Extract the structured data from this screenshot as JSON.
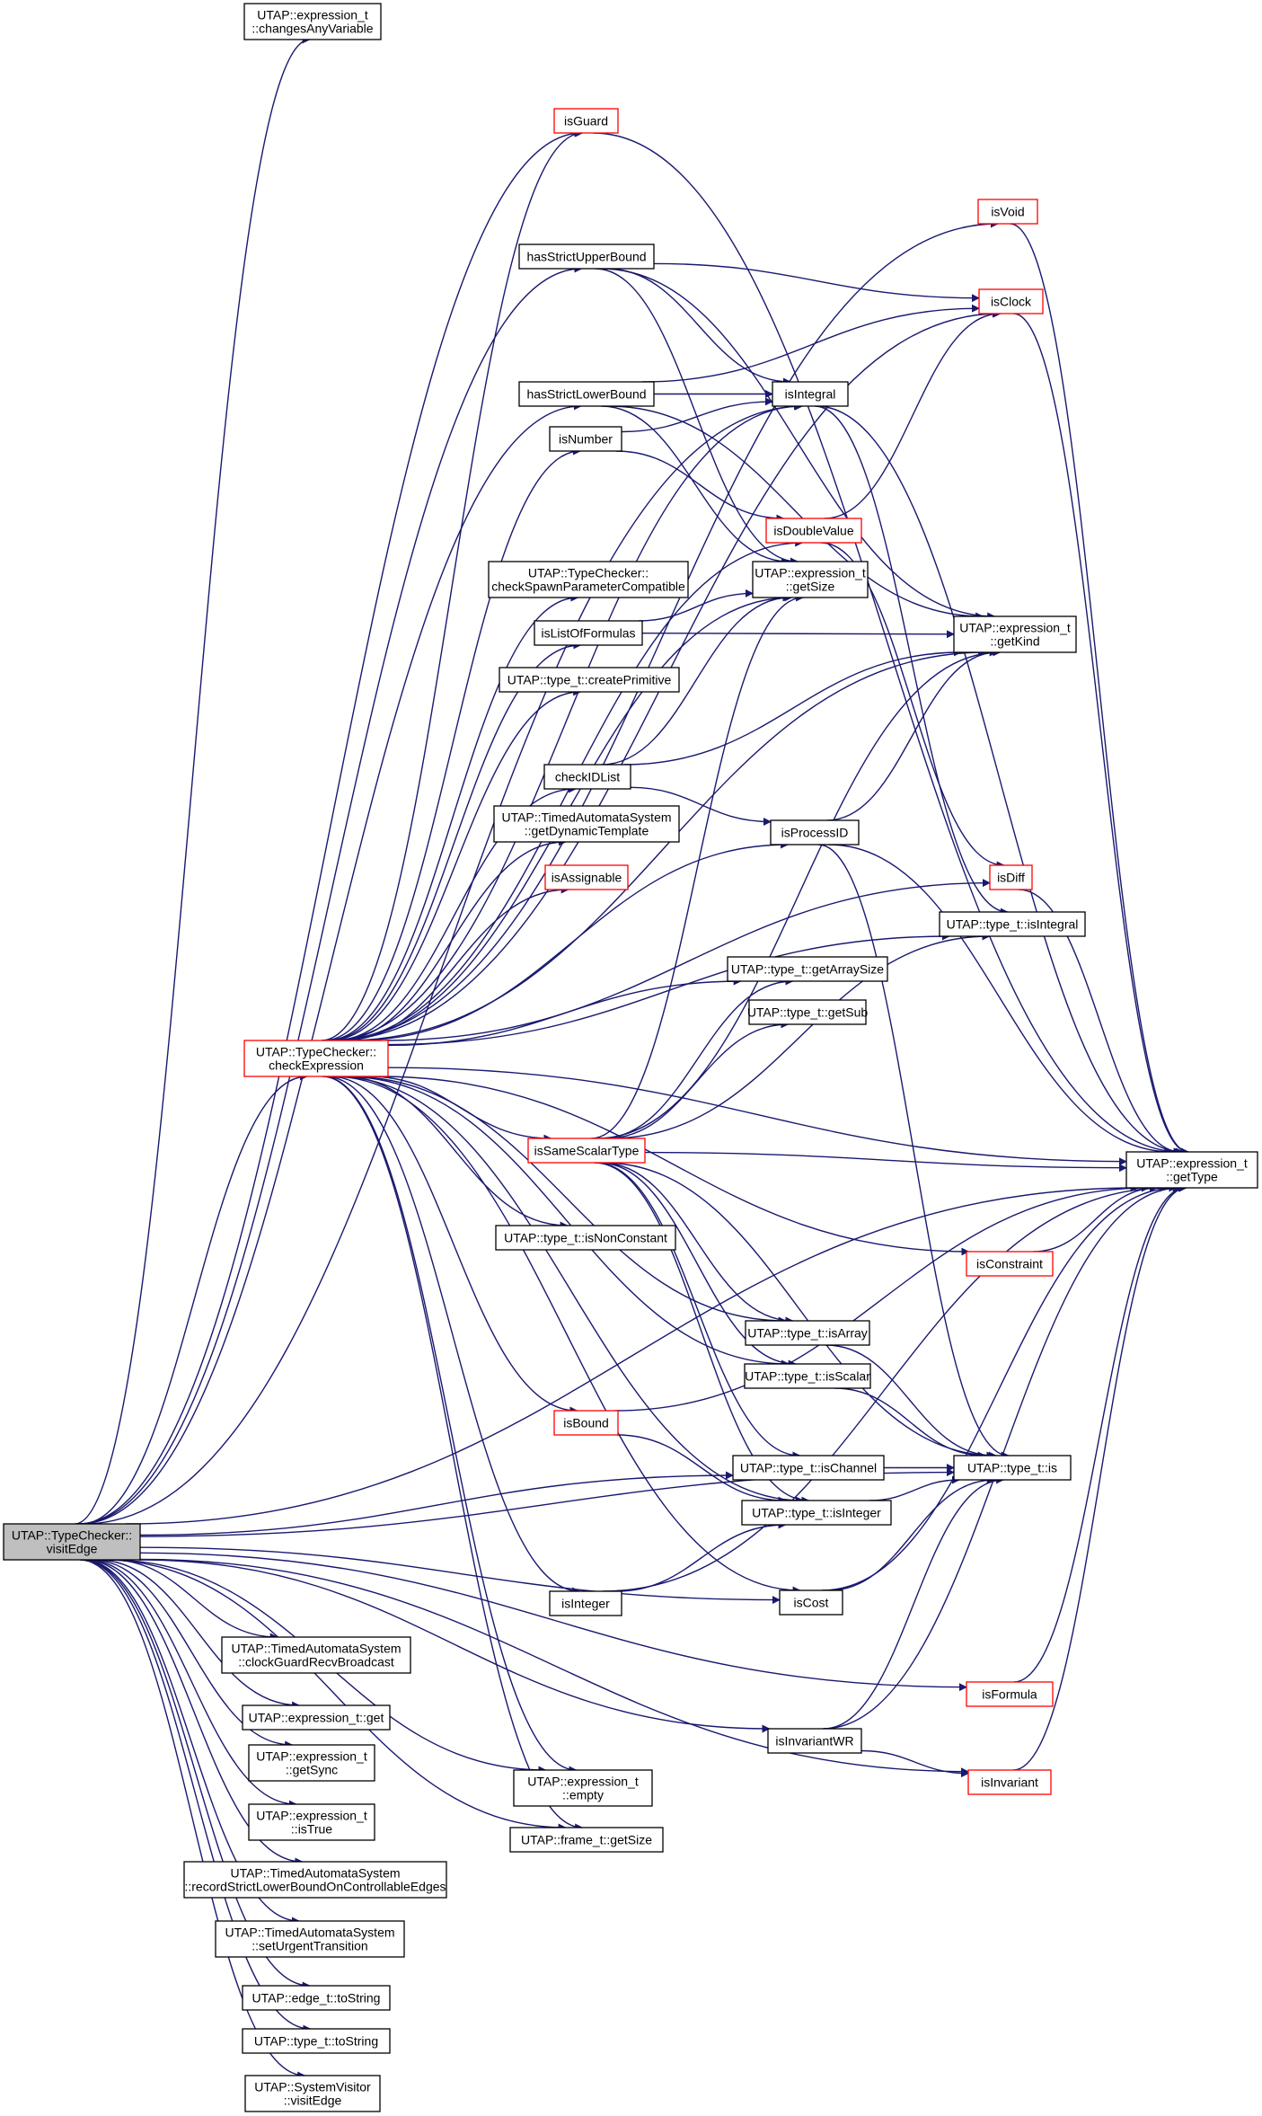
{
  "colors": {
    "edge": "#191970",
    "box_border_black": "#000000",
    "box_border_red": "#ff0000",
    "root_fill": "#bfbfbf",
    "box_fill": "#ffffff"
  },
  "nodes": {
    "visitEdge": {
      "lines": [
        "UTAP::TypeChecker::",
        "visitEdge"
      ],
      "style": "root"
    },
    "checkExpression": {
      "lines": [
        "UTAP::TypeChecker::",
        "checkExpression"
      ],
      "style": "red"
    },
    "changesAnyVariable": {
      "lines": [
        "UTAP::expression_t",
        "::changesAnyVariable"
      ],
      "style": "black"
    },
    "isGuard": {
      "lines": [
        "isGuard"
      ],
      "style": "red"
    },
    "isVoid": {
      "lines": [
        "isVoid"
      ],
      "style": "red"
    },
    "hasStrictUpperBound": {
      "lines": [
        "hasStrictUpperBound"
      ],
      "style": "black"
    },
    "isClock": {
      "lines": [
        "isClock"
      ],
      "style": "red"
    },
    "hasStrictLowerBound": {
      "lines": [
        "hasStrictLowerBound"
      ],
      "style": "black"
    },
    "isIntegral": {
      "lines": [
        "isIntegral"
      ],
      "style": "black"
    },
    "isNumber": {
      "lines": [
        "isNumber"
      ],
      "style": "black"
    },
    "isDoubleValue": {
      "lines": [
        "isDoubleValue"
      ],
      "style": "red"
    },
    "checkSpawn": {
      "lines": [
        "UTAP::TypeChecker::",
        "checkSpawnParameterCompatible"
      ],
      "style": "black"
    },
    "getSizeExpr": {
      "lines": [
        "UTAP::expression_t",
        "::getSize"
      ],
      "style": "black"
    },
    "isListOfFormulas": {
      "lines": [
        "isListOfFormulas"
      ],
      "style": "black"
    },
    "getKind": {
      "lines": [
        "UTAP::expression_t",
        "::getKind"
      ],
      "style": "black"
    },
    "createPrimitive": {
      "lines": [
        "UTAP::type_t::createPrimitive"
      ],
      "style": "black"
    },
    "checkIDList": {
      "lines": [
        "checkIDList"
      ],
      "style": "black"
    },
    "getDynamicTemplate": {
      "lines": [
        "UTAP::TimedAutomataSystem",
        "::getDynamicTemplate"
      ],
      "style": "black"
    },
    "isProcessID": {
      "lines": [
        "isProcessID"
      ],
      "style": "black"
    },
    "isAssignable": {
      "lines": [
        "isAssignable"
      ],
      "style": "red"
    },
    "isDiff": {
      "lines": [
        "isDiff"
      ],
      "style": "red"
    },
    "typeIsIntegral": {
      "lines": [
        "UTAP::type_t::isIntegral"
      ],
      "style": "black"
    },
    "getArraySize": {
      "lines": [
        "UTAP::type_t::getArraySize"
      ],
      "style": "black"
    },
    "getSub": {
      "lines": [
        "UTAP::type_t::getSub"
      ],
      "style": "black"
    },
    "isSameScalarType": {
      "lines": [
        "isSameScalarType"
      ],
      "style": "red"
    },
    "getType": {
      "lines": [
        "UTAP::expression_t",
        "::getType"
      ],
      "style": "black"
    },
    "isNonConstant": {
      "lines": [
        "UTAP::type_t::isNonConstant"
      ],
      "style": "black"
    },
    "isConstraint": {
      "lines": [
        "isConstraint"
      ],
      "style": "red"
    },
    "isArray": {
      "lines": [
        "UTAP::type_t::isArray"
      ],
      "style": "black"
    },
    "isScalar": {
      "lines": [
        "UTAP::type_t::isScalar"
      ],
      "style": "black"
    },
    "isBound": {
      "lines": [
        "isBound"
      ],
      "style": "red"
    },
    "isChannel": {
      "lines": [
        "UTAP::type_t::isChannel"
      ],
      "style": "black"
    },
    "typeIs": {
      "lines": [
        "UTAP::type_t::is"
      ],
      "style": "black"
    },
    "typeIsInteger": {
      "lines": [
        "UTAP::type_t::isInteger"
      ],
      "style": "black"
    },
    "isCost": {
      "lines": [
        "isCost"
      ],
      "style": "black"
    },
    "isInteger": {
      "lines": [
        "isInteger"
      ],
      "style": "black"
    },
    "clockGuard": {
      "lines": [
        "UTAP::TimedAutomataSystem",
        "::clockGuardRecvBroadcast"
      ],
      "style": "black"
    },
    "isFormula": {
      "lines": [
        "isFormula"
      ],
      "style": "red"
    },
    "exprGet": {
      "lines": [
        "UTAP::expression_t::get"
      ],
      "style": "black"
    },
    "isInvariantWR": {
      "lines": [
        "isInvariantWR"
      ],
      "style": "black"
    },
    "getSync": {
      "lines": [
        "UTAP::expression_t",
        "::getSync"
      ],
      "style": "black"
    },
    "isInvariant": {
      "lines": [
        "isInvariant"
      ],
      "style": "red"
    },
    "empty": {
      "lines": [
        "UTAP::expression_t",
        "::empty"
      ],
      "style": "black"
    },
    "exprIsTrue": {
      "lines": [
        "UTAP::expression_t",
        "::isTrue"
      ],
      "style": "black"
    },
    "frameGetSize": {
      "lines": [
        "UTAP::frame_t::getSize"
      ],
      "style": "black"
    },
    "recordStrict": {
      "lines": [
        "UTAP::TimedAutomataSystem",
        "::recordStrictLowerBoundOnControllableEdges"
      ],
      "style": "black"
    },
    "setUrgent": {
      "lines": [
        "UTAP::TimedAutomataSystem",
        "::setUrgentTransition"
      ],
      "style": "black"
    },
    "edgeToString": {
      "lines": [
        "UTAP::edge_t::toString"
      ],
      "style": "black"
    },
    "typeToString": {
      "lines": [
        "UTAP::type_t::toString"
      ],
      "style": "black"
    },
    "sysVisitEdge": {
      "lines": [
        "UTAP::SystemVisitor",
        "::visitEdge"
      ],
      "style": "black"
    }
  },
  "edges": [
    [
      "visitEdge",
      "changesAnyVariable"
    ],
    [
      "visitEdge",
      "isGuard"
    ],
    [
      "visitEdge",
      "hasStrictUpperBound"
    ],
    [
      "visitEdge",
      "isIntegral"
    ],
    [
      "visitEdge",
      "hasStrictLowerBound"
    ],
    [
      "visitEdge",
      "checkExpression"
    ],
    [
      "visitEdge",
      "isChannel"
    ],
    [
      "visitEdge",
      "typeIs"
    ],
    [
      "visitEdge",
      "isCost"
    ],
    [
      "visitEdge",
      "isFormula"
    ],
    [
      "visitEdge",
      "isInvariantWR"
    ],
    [
      "visitEdge",
      "isInvariant"
    ],
    [
      "visitEdge",
      "empty"
    ],
    [
      "visitEdge",
      "frameGetSize"
    ],
    [
      "visitEdge",
      "clockGuard"
    ],
    [
      "visitEdge",
      "exprGet"
    ],
    [
      "visitEdge",
      "getSync"
    ],
    [
      "visitEdge",
      "exprIsTrue"
    ],
    [
      "visitEdge",
      "recordStrict"
    ],
    [
      "visitEdge",
      "setUrgent"
    ],
    [
      "visitEdge",
      "edgeToString"
    ],
    [
      "visitEdge",
      "typeToString"
    ],
    [
      "visitEdge",
      "sysVisitEdge"
    ],
    [
      "visitEdge",
      "getType"
    ],
    [
      "checkExpression",
      "isGuard"
    ],
    [
      "checkExpression",
      "isVoid"
    ],
    [
      "checkExpression",
      "isClock"
    ],
    [
      "checkExpression",
      "isNumber"
    ],
    [
      "checkExpression",
      "isDoubleValue"
    ],
    [
      "checkExpression",
      "checkSpawn"
    ],
    [
      "checkExpression",
      "getSizeExpr"
    ],
    [
      "checkExpression",
      "isListOfFormulas"
    ],
    [
      "checkExpression",
      "getKind"
    ],
    [
      "checkExpression",
      "createPrimitive"
    ],
    [
      "checkExpression",
      "checkIDList"
    ],
    [
      "checkExpression",
      "getDynamicTemplate"
    ],
    [
      "checkExpression",
      "isProcessID"
    ],
    [
      "checkExpression",
      "isAssignable"
    ],
    [
      "checkExpression",
      "isDiff"
    ],
    [
      "checkExpression",
      "typeIsIntegral"
    ],
    [
      "checkExpression",
      "getArraySize"
    ],
    [
      "checkExpression",
      "isSameScalarType"
    ],
    [
      "checkExpression",
      "getType"
    ],
    [
      "checkExpression",
      "isNonConstant"
    ],
    [
      "checkExpression",
      "isConstraint"
    ],
    [
      "checkExpression",
      "isArray"
    ],
    [
      "checkExpression",
      "isScalar"
    ],
    [
      "checkExpression",
      "isBound"
    ],
    [
      "checkExpression",
      "typeIsInteger"
    ],
    [
      "checkExpression",
      "isCost"
    ],
    [
      "checkExpression",
      "isInteger"
    ],
    [
      "checkExpression",
      "empty"
    ],
    [
      "checkExpression",
      "frameGetSize"
    ],
    [
      "checkExpression",
      "isIntegral"
    ],
    [
      "isGuard",
      "getType"
    ],
    [
      "isVoid",
      "getType"
    ],
    [
      "isClock",
      "getType"
    ],
    [
      "isIntegral",
      "getType"
    ],
    [
      "isIntegral",
      "typeIsIntegral"
    ],
    [
      "hasStrictUpperBound",
      "isClock"
    ],
    [
      "hasStrictUpperBound",
      "isIntegral"
    ],
    [
      "hasStrictUpperBound",
      "getKind"
    ],
    [
      "hasStrictUpperBound",
      "getSizeExpr"
    ],
    [
      "hasStrictLowerBound",
      "isClock"
    ],
    [
      "hasStrictLowerBound",
      "isIntegral"
    ],
    [
      "hasStrictLowerBound",
      "getKind"
    ],
    [
      "hasStrictLowerBound",
      "getSizeExpr"
    ],
    [
      "isNumber",
      "isIntegral"
    ],
    [
      "isNumber",
      "isDoubleValue"
    ],
    [
      "isDoubleValue",
      "isClock"
    ],
    [
      "isDoubleValue",
      "isDiff"
    ],
    [
      "isListOfFormulas",
      "getSizeExpr"
    ],
    [
      "isListOfFormulas",
      "getKind"
    ],
    [
      "checkIDList",
      "getSizeExpr"
    ],
    [
      "checkIDList",
      "getKind"
    ],
    [
      "checkIDList",
      "isProcessID"
    ],
    [
      "isProcessID",
      "getKind"
    ],
    [
      "isProcessID",
      "getType"
    ],
    [
      "isProcessID",
      "typeIs"
    ],
    [
      "isDiff",
      "getType"
    ],
    [
      "isSameScalarType",
      "getSizeExpr"
    ],
    [
      "isSameScalarType",
      "getKind"
    ],
    [
      "isSameScalarType",
      "getArraySize"
    ],
    [
      "isSameScalarType",
      "getSub"
    ],
    [
      "isSameScalarType",
      "typeIsIntegral"
    ],
    [
      "isSameScalarType",
      "getType"
    ],
    [
      "isSameScalarType",
      "isArray"
    ],
    [
      "isSameScalarType",
      "isScalar"
    ],
    [
      "isSameScalarType",
      "isChannel"
    ],
    [
      "isSameScalarType",
      "typeIsInteger"
    ],
    [
      "isSameScalarType",
      "typeIs"
    ],
    [
      "isConstraint",
      "getType"
    ],
    [
      "isArray",
      "typeIs"
    ],
    [
      "isScalar",
      "typeIs"
    ],
    [
      "isBound",
      "getType"
    ],
    [
      "isBound",
      "typeIsInteger"
    ],
    [
      "isChannel",
      "typeIs"
    ],
    [
      "typeIsInteger",
      "typeIs"
    ],
    [
      "isCost",
      "typeIs"
    ],
    [
      "isCost",
      "getType"
    ],
    [
      "isInteger",
      "typeIsInteger"
    ],
    [
      "isInteger",
      "getType"
    ],
    [
      "isFormula",
      "getType"
    ],
    [
      "isInvariantWR",
      "typeIs"
    ],
    [
      "isInvariantWR",
      "getType"
    ],
    [
      "isInvariantWR",
      "isInvariant"
    ],
    [
      "isInvariant",
      "getType"
    ]
  ]
}
